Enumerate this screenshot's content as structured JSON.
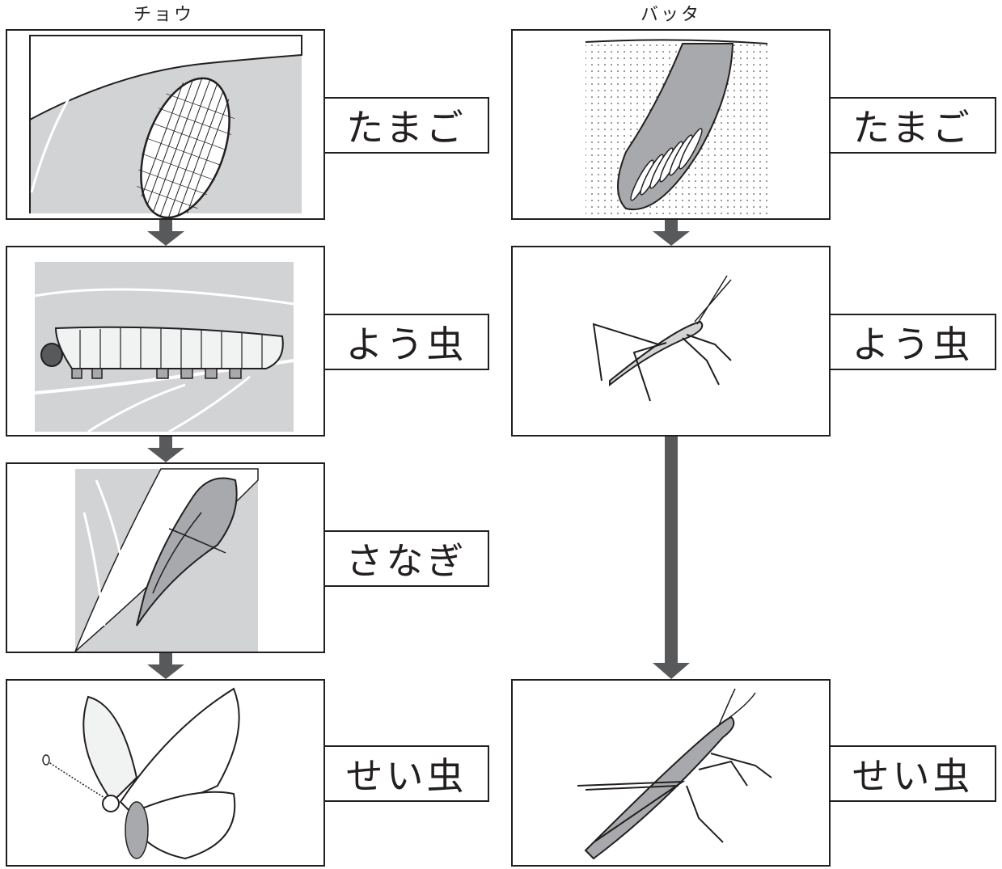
{
  "columns": {
    "butterfly": {
      "title": "チョウ",
      "stages": {
        "egg": "たまご",
        "larva": "よう虫",
        "pupa": "さなぎ",
        "adult": "せい虫"
      }
    },
    "grasshopper": {
      "title": "バッタ",
      "stages": {
        "egg": "たまご",
        "larva": "よう虫",
        "adult": "せい虫"
      }
    }
  },
  "colors": {
    "line": "#231f20",
    "arrow": "#58595b",
    "leaf": "#d1d3d4",
    "shade": "#a7a9ac"
  }
}
